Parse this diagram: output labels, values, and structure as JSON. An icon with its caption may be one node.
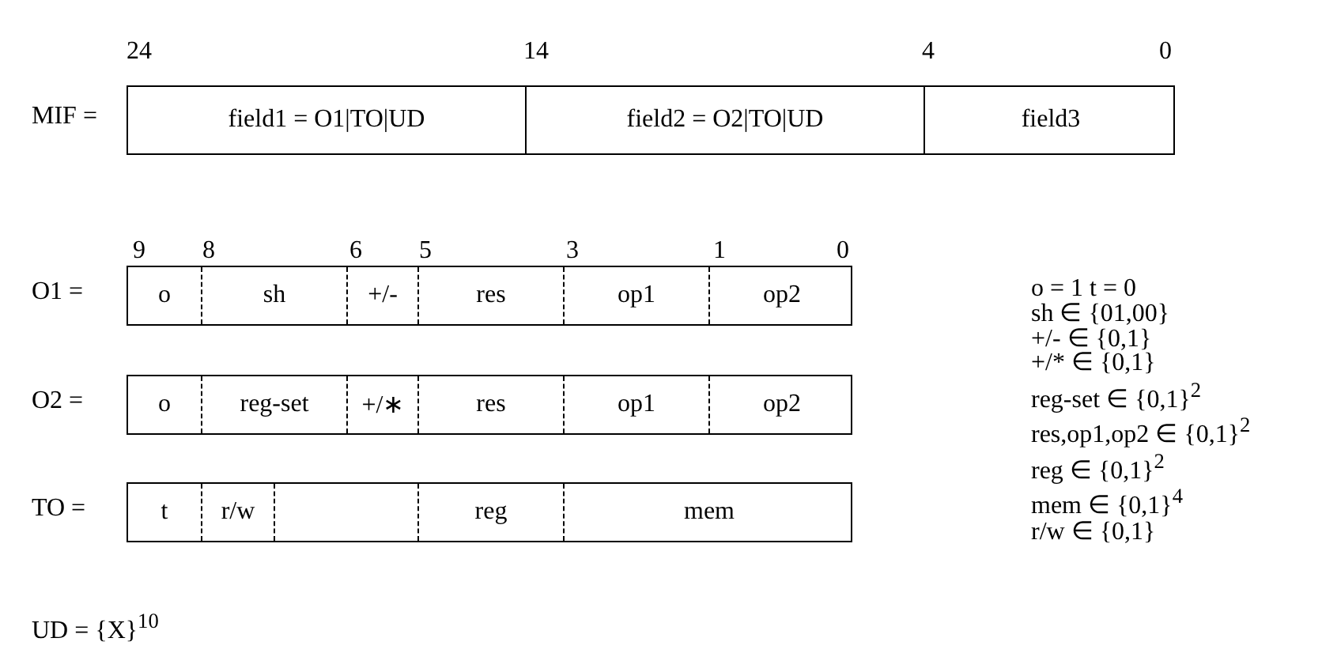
{
  "diagram": {
    "nodes": [
      {
        "text": [
          "MIF ="
        ]
      },
      {
        "text": [
          "field1 = O1|TO|UD"
        ],
        "in": 0
      },
      {
        "text": [
          "field2 = O2|TO|UD"
        ],
        "in": 0
      },
      {
        "text": [
          "field3"
        ],
        "in": 0
      },
      {
        "text": [
          "O1 ="
        ]
      },
      {
        "text": [
          "o"
        ],
        "in": 4
      },
      {
        "text": [
          "sh"
        ],
        "in": 4
      },
      {
        "text": [
          "+/-"
        ],
        "in": 4
      },
      {
        "text": [
          "res"
        ],
        "in": 4
      },
      {
        "text": [
          "op1"
        ],
        "in": 4
      },
      {
        "text": [
          "op2"
        ],
        "in": 4
      },
      {
        "text": [
          "O2 ="
        ]
      },
      {
        "text": [
          "o"
        ],
        "in": 11
      },
      {
        "text": [
          "reg-set"
        ],
        "in": 11
      },
      {
        "text": [
          "+/∗"
        ],
        "in": 11
      },
      {
        "text": [
          "res"
        ],
        "in": 11
      },
      {
        "text": [
          "op1"
        ],
        "in": 11
      },
      {
        "text": [
          "op2"
        ],
        "in": 11
      },
      {
        "text": [
          "TO ="
        ]
      },
      {
        "text": [
          "t"
        ],
        "in": 18
      },
      {
        "text": [
          "r/w"
        ],
        "in": 18
      },
      {
        "text": [],
        "shape": "box",
        "in": 18
      },
      {
        "text": [
          "reg"
        ],
        "in": 18
      },
      {
        "text": [
          "mem"
        ],
        "in": 18
      }
    ],
    "labels": [
      "24",
      "14",
      "4",
      "0",
      "9",
      "8",
      "6",
      "5",
      "3",
      "1",
      "0",
      "o = 1 t = 0",
      "sh ∈ {01,00}",
      "+/- ∈ {0,1}",
      "+/* ∈ {0,1}",
      "reg-set ∈ {0,1}$^{2}$",
      "res,op1,op2 ∈ {0,1}$^{2}$",
      "reg ∈ {0,1}$^{2}$",
      "mem ∈ {0,1}$^{4}$",
      "r/w ∈ {0,1}",
      "UD = {X}$^{10}$"
    ]
  }
}
